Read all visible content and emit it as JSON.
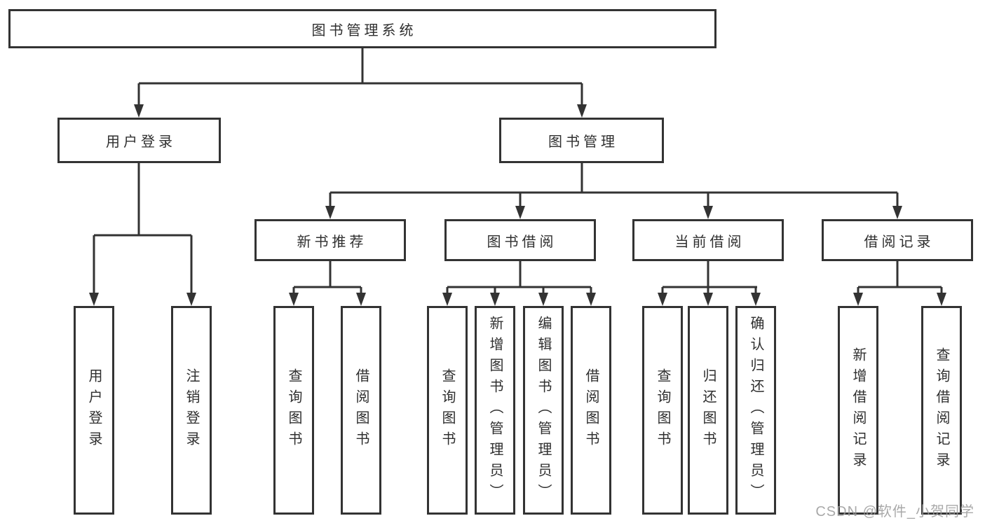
{
  "root": {
    "label": "图书管理系统"
  },
  "userLogin": {
    "label": "用户登录",
    "leaves": [
      {
        "label": "用户登录"
      },
      {
        "label": "注销登录"
      }
    ]
  },
  "bookManagement": {
    "label": "图书管理"
  },
  "newBooks": {
    "label": "新书推荐",
    "leaves": [
      {
        "label": "查询图书"
      },
      {
        "label": "借阅图书"
      }
    ]
  },
  "bookBorrow": {
    "label": "图书借阅",
    "leaves": [
      {
        "label": "查询图书"
      },
      {
        "label": "新增图书（管理员）"
      },
      {
        "label": "编辑图书（管理员）"
      },
      {
        "label": "借阅图书"
      }
    ]
  },
  "currentBorrow": {
    "label": "当前借阅",
    "leaves": [
      {
        "label": "查询图书"
      },
      {
        "label": "归还图书"
      },
      {
        "label": "确认归还（管理员）"
      }
    ]
  },
  "borrowRecords": {
    "label": "借阅记录",
    "leaves": [
      {
        "label": "新增借阅记录"
      },
      {
        "label": "查询借阅记录"
      }
    ]
  },
  "watermark": {
    "text": "CSDN @软件_小贺同学"
  },
  "colors": {
    "line": "#333333",
    "text": "#2f2f2f",
    "background": "#ffffff",
    "watermark": "#9a9a9a"
  }
}
